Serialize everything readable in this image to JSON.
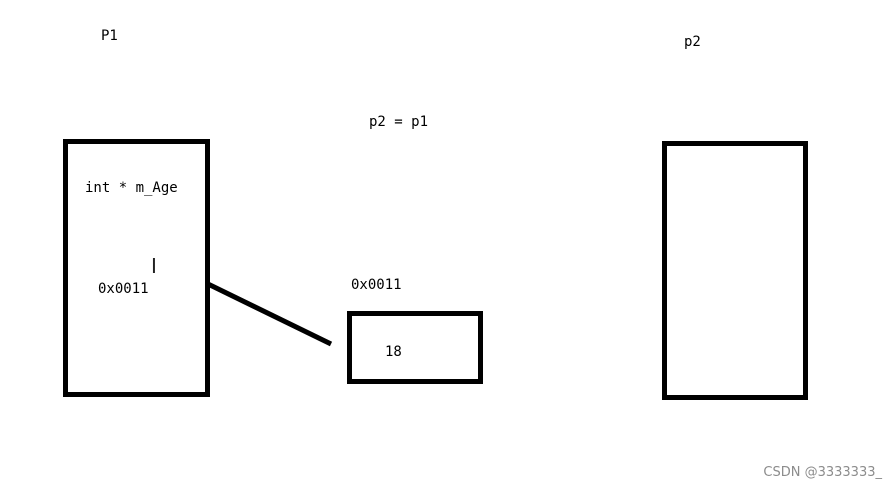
{
  "labels": {
    "p1": "P1",
    "p2": "p2",
    "assignment": "p2 = p1",
    "member": "int * m_Age",
    "pointer_value": "0x0011",
    "heap_address": "0x0011",
    "heap_value": "18"
  },
  "watermark": "CSDN @3333333_",
  "cursor_glyph": "I",
  "colors": {
    "stroke": "#000000",
    "background": "#ffffff",
    "watermark": "#8c8c8c"
  }
}
